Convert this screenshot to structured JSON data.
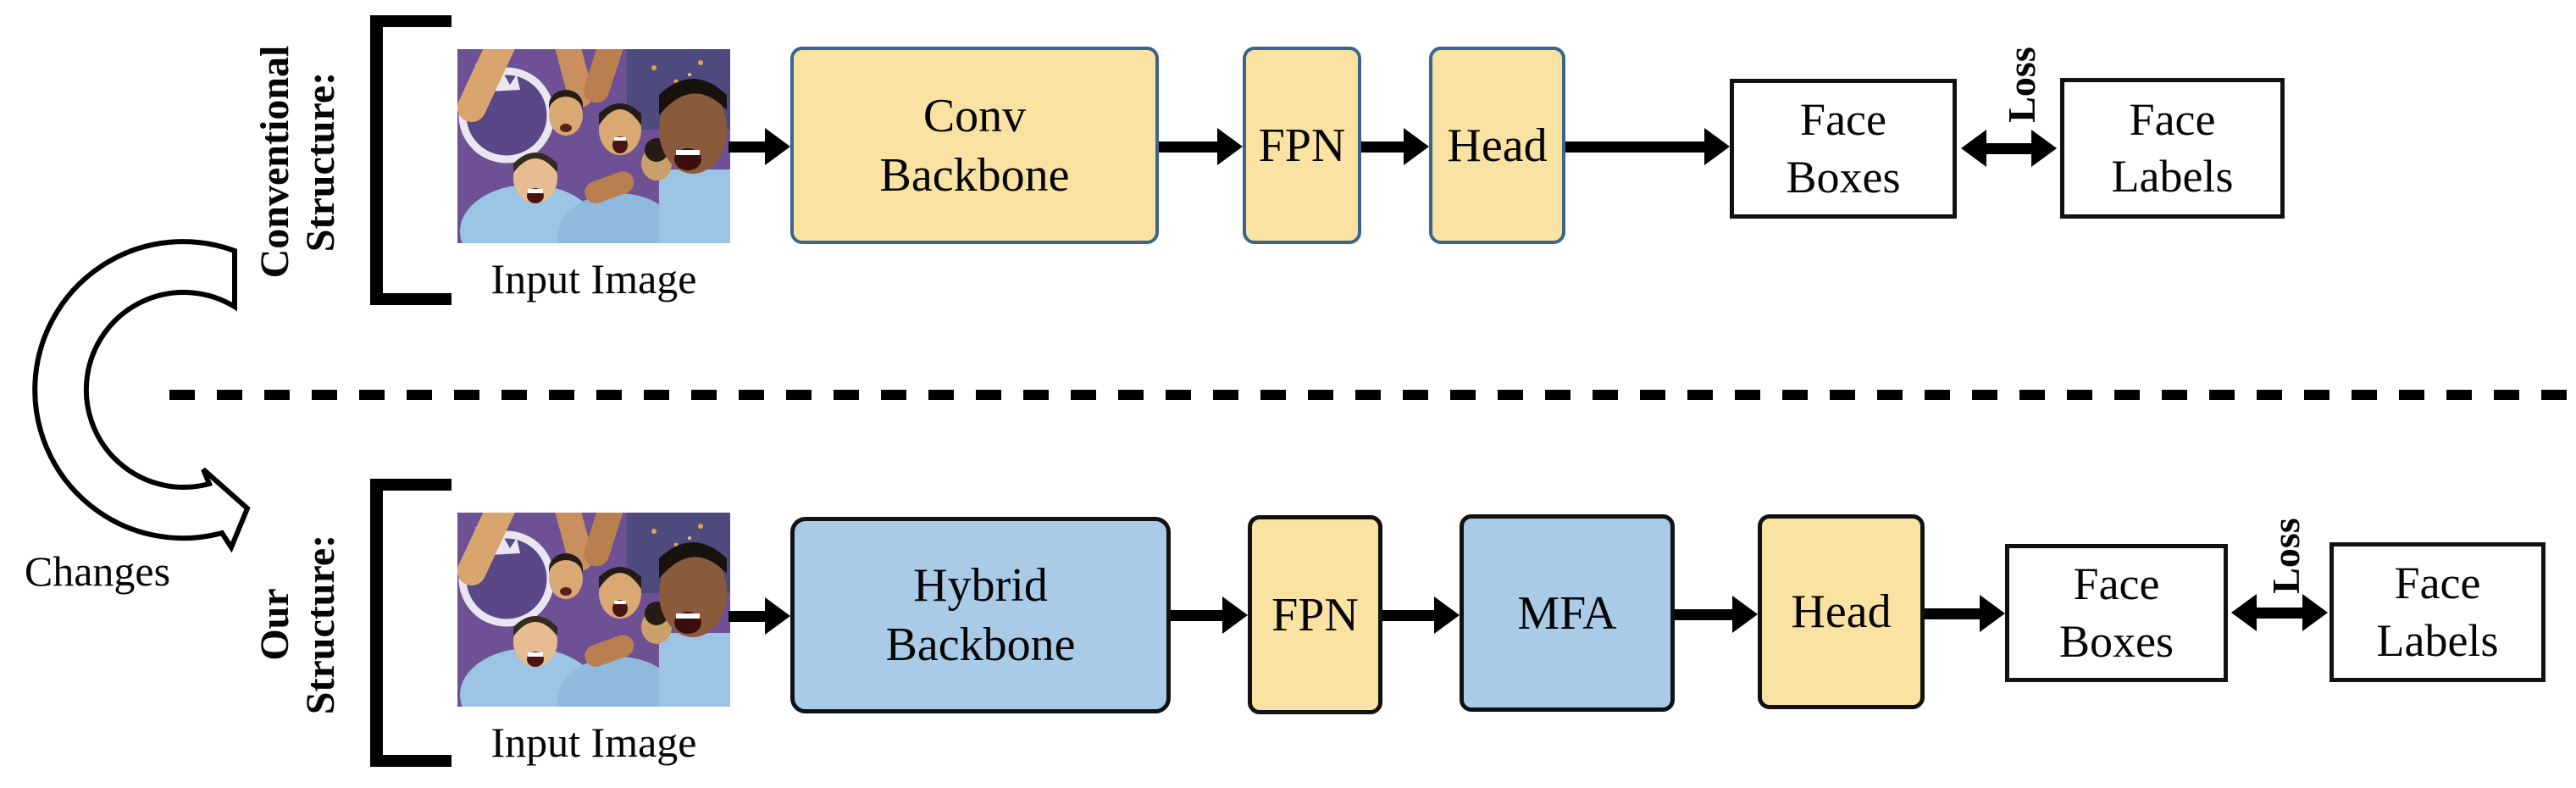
{
  "palette": {
    "yellow_block": "#fae3a2",
    "blue_block": "#a9cbe8",
    "top_row_border": "#3a648c",
    "bottom_row_border": "#111111",
    "line_color": "#000000"
  },
  "changes_label": "Changes",
  "rows": [
    {
      "group_label_line1": "Conventional",
      "group_label_line2": "Structure:",
      "input_caption": "Input Image",
      "backbone_line1": "Conv",
      "backbone_line2": "Backbone",
      "fpn_label": "FPN",
      "head_label": "Head",
      "face_boxes_line1": "Face",
      "face_boxes_line2": "Boxes",
      "loss_label": "Loss",
      "face_labels_line1": "Face",
      "face_labels_line2": "Labels"
    },
    {
      "group_label_line1": "Our",
      "group_label_line2": "Structure:",
      "input_caption": "Input Image",
      "backbone_line1": "Hybrid",
      "backbone_line2": "Backbone",
      "fpn_label": "FPN",
      "mfa_label": "MFA",
      "head_label": "Head",
      "face_boxes_line1": "Face",
      "face_boxes_line2": "Boxes",
      "loss_label": "Loss",
      "face_labels_line1": "Face",
      "face_labels_line2": "Labels"
    }
  ]
}
